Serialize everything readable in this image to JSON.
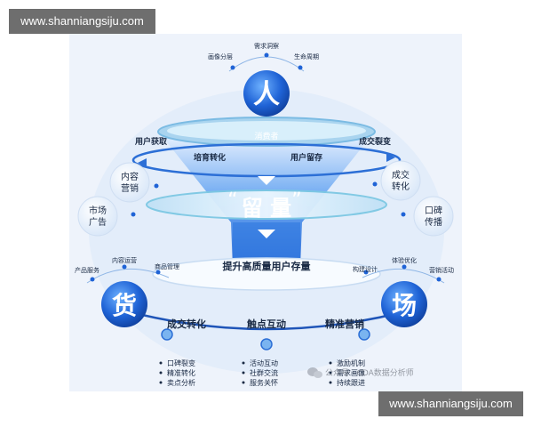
{
  "watermark": {
    "top": "www.shanniangsiju.com",
    "bottom": "www.shanniangsiju.com"
  },
  "colors": {
    "primary": "#1f63d6",
    "light": "#cfe3fb",
    "text": "#1a2a44"
  },
  "people": {
    "symbol": "人",
    "tags": [
      "画像分层",
      "需求洞察",
      "生命周期"
    ],
    "consumer": "消费者"
  },
  "funnel": {
    "top_ring": [
      "用户获取",
      "培育转化",
      "用户留存",
      "成交裂变"
    ],
    "middle": "留 量",
    "quote_open": "“",
    "quote_close": "”",
    "bottom_text": "提升高质量用户存量"
  },
  "side_bubbles": {
    "left": [
      "内容\n营销",
      "市场\n广告"
    ],
    "right": [
      "成交\n转化",
      "口碑\n传播"
    ]
  },
  "goods": {
    "symbol": "货",
    "tags": [
      "产品服务",
      "内容运营",
      "商品管理"
    ]
  },
  "place": {
    "symbol": "场",
    "tags": [
      "构建设计",
      "体验优化",
      "营销活动"
    ]
  },
  "bottom_row": {
    "labels": [
      "成交转化",
      "触点互动",
      "精准营销"
    ],
    "col1": [
      "口碑裂变",
      "精准转化",
      "卖点分析"
    ],
    "col2": [
      "活动互动",
      "社群交流",
      "服务关怀"
    ],
    "col3": [
      "激励机制",
      "需求画像",
      "持续跟进"
    ]
  },
  "credit": {
    "icon": "wechat-icon",
    "text": "公众号 · CDA数据分析师"
  }
}
